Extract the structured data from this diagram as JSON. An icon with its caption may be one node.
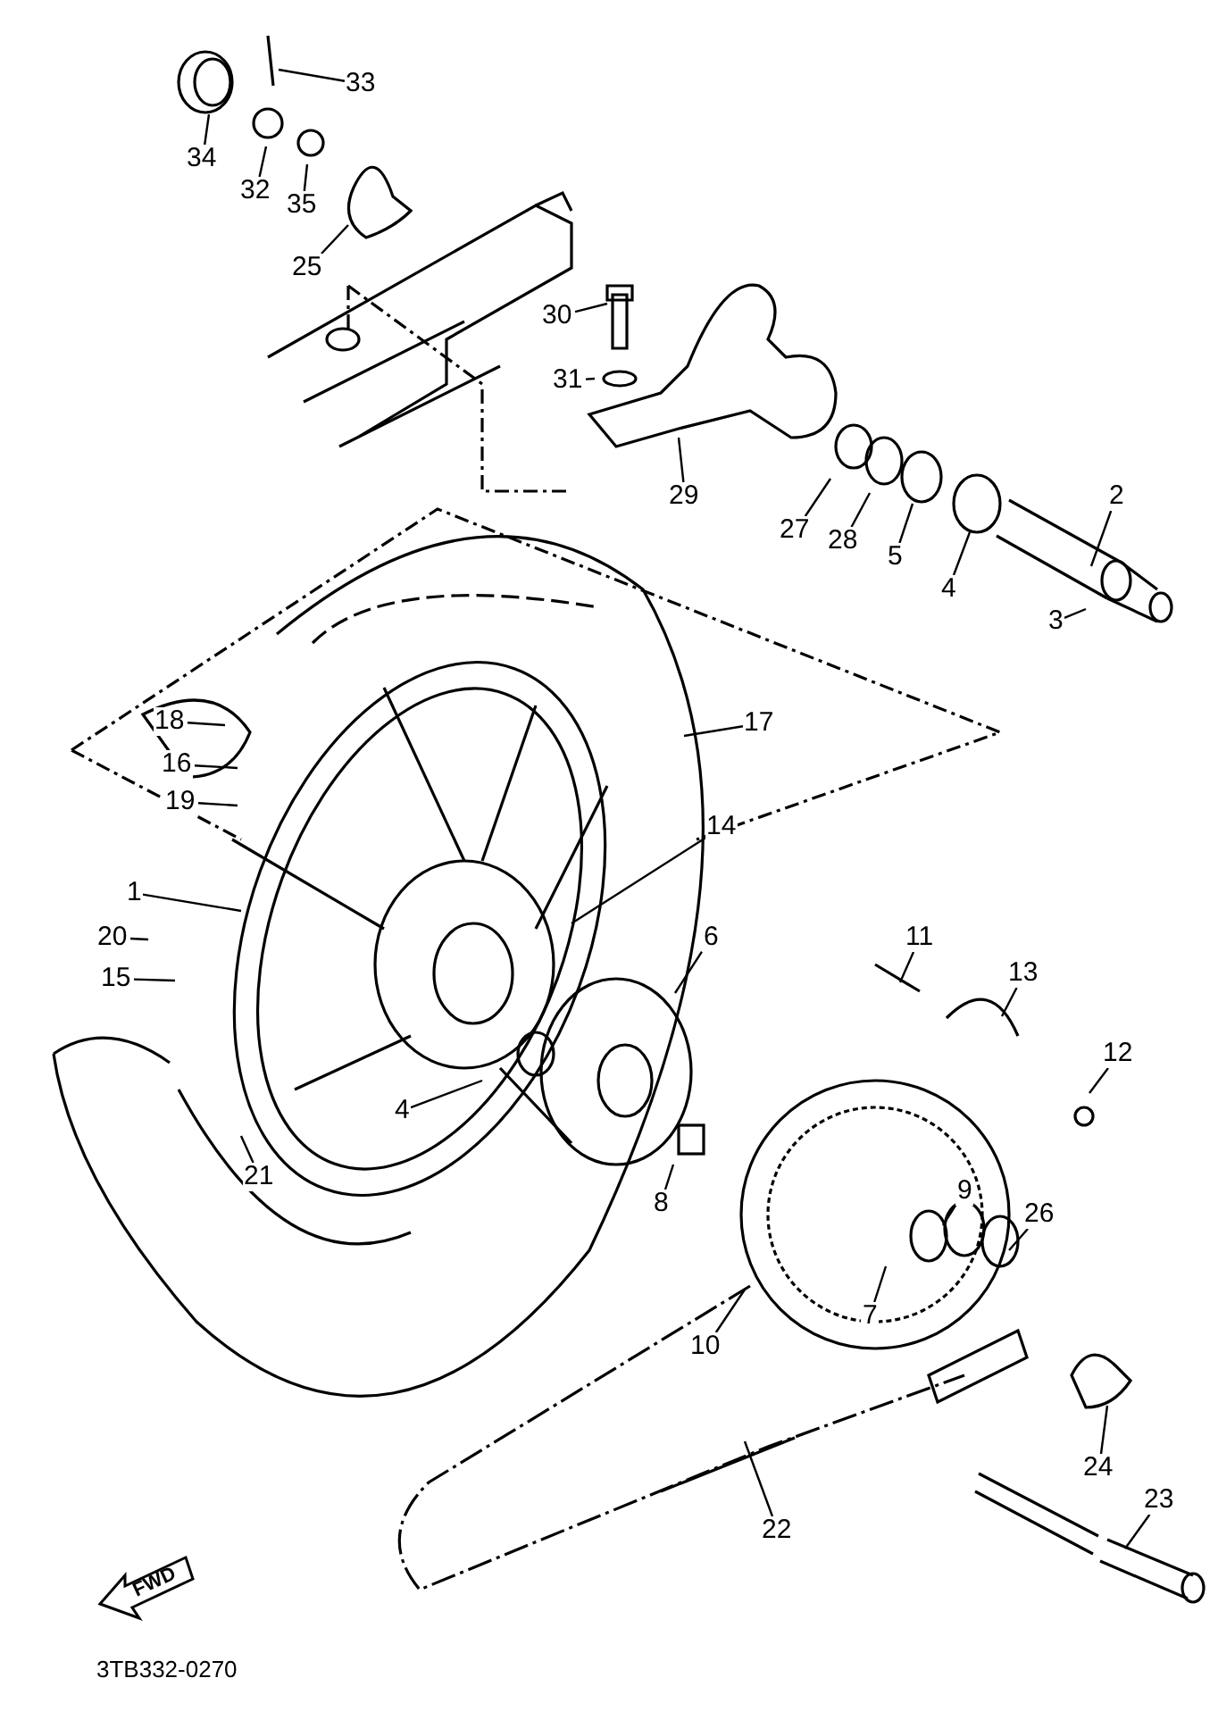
{
  "diagram": {
    "nodes": [
      {
        "text": [
          "33"
        ]
      },
      {
        "text": [
          "34"
        ]
      },
      {
        "text": [
          "32"
        ]
      },
      {
        "text": [
          "35"
        ]
      },
      {
        "text": [
          "25"
        ]
      },
      {
        "text": [
          "30"
        ]
      },
      {
        "text": [
          "31"
        ]
      },
      {
        "text": [
          "29"
        ]
      },
      {
        "text": [
          "2"
        ]
      },
      {
        "text": [
          "27"
        ]
      },
      {
        "text": [
          "28"
        ]
      },
      {
        "text": [
          "5"
        ]
      },
      {
        "text": [
          "4"
        ]
      },
      {
        "text": [
          "3"
        ]
      },
      {
        "text": [
          "17"
        ]
      },
      {
        "text": [
          "18"
        ]
      },
      {
        "text": [
          "16"
        ]
      },
      {
        "text": [
          "19"
        ]
      },
      {
        "text": [
          "14"
        ]
      },
      {
        "text": [
          "1"
        ]
      },
      {
        "text": [
          "20"
        ]
      },
      {
        "text": [
          "6"
        ]
      },
      {
        "text": [
          "11"
        ]
      },
      {
        "text": [
          "13"
        ]
      },
      {
        "text": [
          "15"
        ]
      },
      {
        "text": [
          "12"
        ]
      },
      {
        "text": [
          "4"
        ]
      },
      {
        "text": [
          "21"
        ]
      },
      {
        "text": [
          "8"
        ]
      },
      {
        "text": [
          "9"
        ]
      },
      {
        "text": [
          "26"
        ]
      },
      {
        "text": [
          "7"
        ]
      },
      {
        "text": [
          "10"
        ]
      },
      {
        "text": [
          "24"
        ]
      },
      {
        "text": [
          "23"
        ]
      },
      {
        "text": [
          "22"
        ]
      },
      {
        "text": [
          "FWD"
        ]
      }
    ],
    "edges": [
      {
        "from": 0,
        "to": null,
        "arrow": "none"
      },
      {
        "from": 1,
        "to": null,
        "arrow": "none"
      },
      {
        "from": 2,
        "to": null,
        "arrow": "none"
      },
      {
        "from": 3,
        "to": null,
        "arrow": "none"
      },
      {
        "from": 4,
        "to": null,
        "arrow": "none"
      },
      {
        "from": 5,
        "to": null,
        "arrow": "none"
      },
      {
        "from": 6,
        "to": null,
        "arrow": "none"
      },
      {
        "from": 7,
        "to": null,
        "arrow": "none"
      },
      {
        "from": 8,
        "to": null,
        "arrow": "none"
      },
      {
        "from": 9,
        "to": null,
        "arrow": "none"
      },
      {
        "from": 10,
        "to": null,
        "arrow": "none"
      },
      {
        "from": 11,
        "to": null,
        "arrow": "none"
      },
      {
        "from": 12,
        "to": null,
        "arrow": "none"
      },
      {
        "from": 13,
        "to": null,
        "arrow": "none"
      },
      {
        "from": 14,
        "to": null,
        "arrow": "none"
      },
      {
        "from": 15,
        "to": null,
        "arrow": "none"
      },
      {
        "from": 16,
        "to": null,
        "arrow": "none"
      },
      {
        "from": 17,
        "to": null,
        "arrow": "none"
      },
      {
        "from": 18,
        "to": null,
        "arrow": "none"
      },
      {
        "from": 19,
        "to": null,
        "arrow": "none"
      },
      {
        "from": 20,
        "to": null,
        "arrow": "none"
      },
      {
        "from": 21,
        "to": null,
        "arrow": "none"
      },
      {
        "from": 22,
        "to": null,
        "arrow": "none"
      },
      {
        "from": 23,
        "to": null,
        "arrow": "none"
      },
      {
        "from": 24,
        "to": null,
        "arrow": "none"
      },
      {
        "from": 25,
        "to": null,
        "arrow": "none"
      },
      {
        "from": 26,
        "to": null,
        "arrow": "none"
      },
      {
        "from": 27,
        "to": null,
        "arrow": "none"
      },
      {
        "from": 28,
        "to": null,
        "arrow": "none"
      },
      {
        "from": 29,
        "to": null,
        "arrow": "none"
      },
      {
        "from": 30,
        "to": null,
        "arrow": "none"
      },
      {
        "from": 31,
        "to": null,
        "arrow": "none"
      },
      {
        "from": 32,
        "to": null,
        "arrow": "none"
      },
      {
        "from": 33,
        "to": null,
        "arrow": "none"
      },
      {
        "from": 34,
        "to": null,
        "arrow": "none"
      },
      {
        "from": 35,
        "to": null,
        "arrow": "none"
      }
    ],
    "labels": [
      "3TB332-0270"
    ]
  }
}
